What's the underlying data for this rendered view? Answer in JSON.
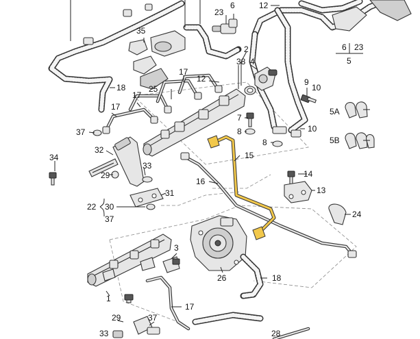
{
  "labels": {
    "l1": "1",
    "l2": "2",
    "l3": "3",
    "l4": "4",
    "l5": "5",
    "l5a": "5A",
    "l5b": "5B",
    "l6": "6",
    "l6b": "6",
    "l7": "7",
    "l8a": "8",
    "l8b": "8",
    "l9": "9",
    "l10a": "10",
    "l10b": "10",
    "l12a": "12",
    "l12b": "12",
    "l13": "13",
    "l14": "14",
    "l15": "15",
    "l16": "16",
    "l17a": "17",
    "l17b": "17",
    "l17c": "17",
    "l17d": "17",
    "l18a": "18",
    "l18b": "18",
    "l22": "22",
    "l23a": "23",
    "l23b": "23",
    "l24": "24",
    "l25": "25",
    "l26": "26",
    "l28": "28",
    "l29a": "29",
    "l29b": "29",
    "l30": "30",
    "l31": "31",
    "l32": "32",
    "l33a": "33",
    "l33b": "33",
    "l34": "34",
    "l35": "35",
    "l37a": "37",
    "l37b": "37",
    "l37c": "37",
    "l38": "38"
  },
  "colors": {
    "highlight": "#f2c84b",
    "line": "#222222",
    "part_fill": "#e6e6e6"
  }
}
